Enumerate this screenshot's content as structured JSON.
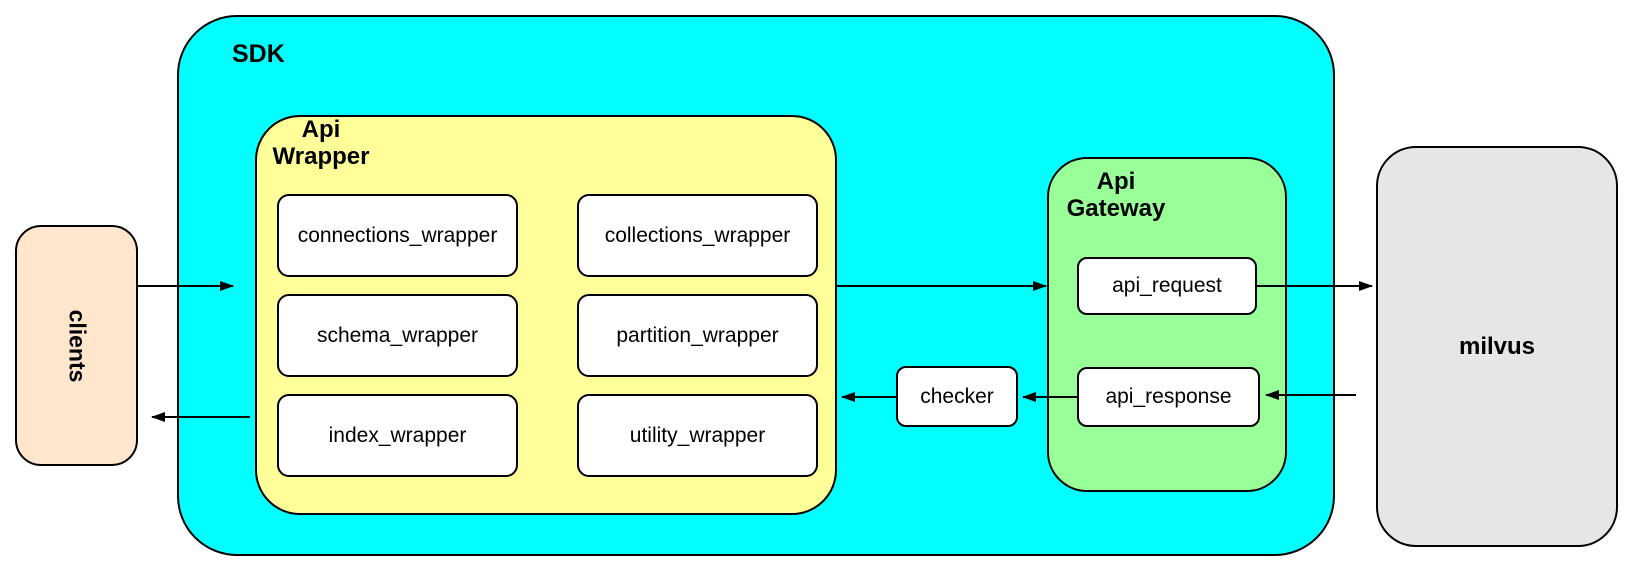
{
  "diagram": {
    "sdk_label": "SDK",
    "clients_label": "clients",
    "api_wrapper": {
      "title_line1": "Api",
      "title_line2": "Wrapper",
      "boxes": [
        "connections_wrapper",
        "collections_wrapper",
        "schema_wrapper",
        "partition_wrapper",
        "index_wrapper",
        "utility_wrapper"
      ]
    },
    "checker_label": "checker",
    "api_gateway": {
      "title_line1": "Api",
      "title_line2": "Gateway",
      "request_label": "api_request",
      "response_label": "api_response"
    },
    "milvus_label": "milvus"
  },
  "colors": {
    "sdk_fill": "#00FFFF",
    "api_wrapper_fill": "#FFFF99",
    "api_gateway_fill": "#99FF99",
    "clients_fill": "#FFE6CC",
    "milvus_fill": "#E6E6E6",
    "node_fill": "#FFFFFF",
    "border": "#000000"
  }
}
